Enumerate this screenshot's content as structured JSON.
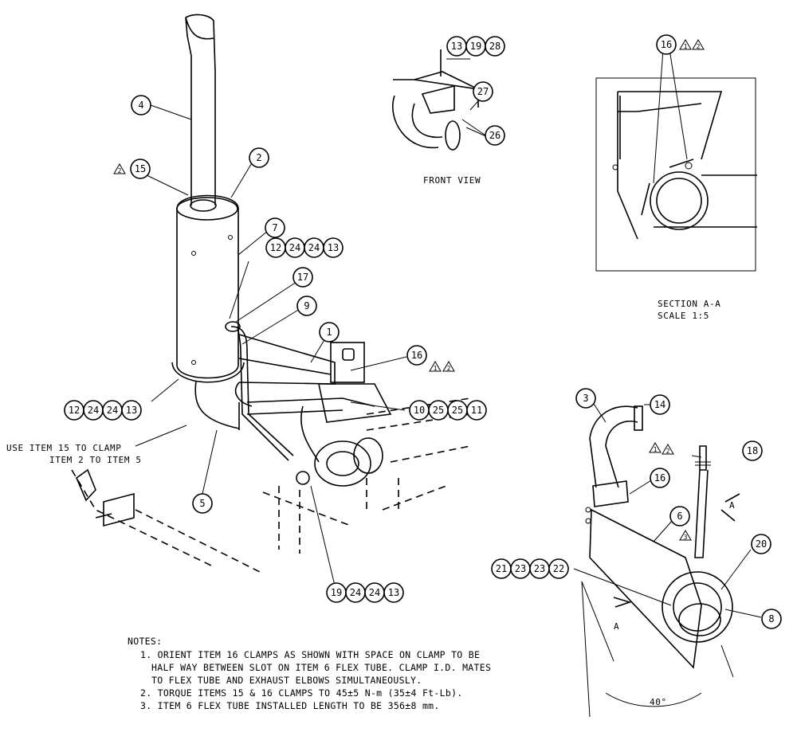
{
  "balloons": [
    {
      "id": "b-4",
      "text": "4"
    },
    {
      "id": "b-15",
      "text": "15"
    },
    {
      "id": "b-2",
      "text": "2"
    },
    {
      "id": "b-7",
      "text": "7"
    },
    {
      "id": "b-12a",
      "text": "12"
    },
    {
      "id": "b-24a",
      "text": "24"
    },
    {
      "id": "b-24b",
      "text": "24"
    },
    {
      "id": "b-13a",
      "text": "13"
    },
    {
      "id": "b-17",
      "text": "17"
    },
    {
      "id": "b-9",
      "text": "9"
    },
    {
      "id": "b-1",
      "text": "1"
    },
    {
      "id": "b-16a",
      "text": "16"
    },
    {
      "id": "b-12b",
      "text": "12"
    },
    {
      "id": "b-24c",
      "text": "24"
    },
    {
      "id": "b-24d",
      "text": "24"
    },
    {
      "id": "b-13b",
      "text": "13"
    },
    {
      "id": "b-10",
      "text": "10"
    },
    {
      "id": "b-25a",
      "text": "25"
    },
    {
      "id": "b-25b",
      "text": "25"
    },
    {
      "id": "b-11",
      "text": "11"
    },
    {
      "id": "b-5",
      "text": "5"
    },
    {
      "id": "b-19a",
      "text": "19"
    },
    {
      "id": "b-24e",
      "text": "24"
    },
    {
      "id": "b-24f",
      "text": "24"
    },
    {
      "id": "b-13c",
      "text": "13"
    },
    {
      "id": "b-13d",
      "text": "13"
    },
    {
      "id": "b-19b",
      "text": "19"
    },
    {
      "id": "b-28",
      "text": "28"
    },
    {
      "id": "b-27",
      "text": "27"
    },
    {
      "id": "b-26",
      "text": "26"
    },
    {
      "id": "b-16b",
      "text": "16"
    },
    {
      "id": "b-3",
      "text": "3"
    },
    {
      "id": "b-14",
      "text": "14"
    },
    {
      "id": "b-18",
      "text": "18"
    },
    {
      "id": "b-16c",
      "text": "16"
    },
    {
      "id": "b-6",
      "text": "6"
    },
    {
      "id": "b-20",
      "text": "20"
    },
    {
      "id": "b-21",
      "text": "21"
    },
    {
      "id": "b-23a",
      "text": "23"
    },
    {
      "id": "b-23b",
      "text": "23"
    },
    {
      "id": "b-22",
      "text": "22"
    },
    {
      "id": "b-8",
      "text": "8"
    }
  ],
  "revision_marks": [
    "1",
    "2",
    "3"
  ],
  "labels": {
    "front_view": "FRONT VIEW",
    "section_title": "SECTION  A-A",
    "section_scale": "SCALE  1:5",
    "clamp_note_line1": "USE ITEM 15 TO CLAMP",
    "clamp_note_line2": "ITEM 2 TO ITEM 5",
    "section_arrow_a": "A",
    "angle": "40°"
  },
  "notes": {
    "heading": "NOTES:",
    "lines": [
      "1. ORIENT ITEM 16 CLAMPS AS SHOWN WITH SPACE ON CLAMP TO BE",
      "HALF WAY BETWEEN SLOT ON ITEM 6 FLEX TUBE.  CLAMP I.D. MATES",
      "TO FLEX TUBE AND EXHAUST ELBOWS SIMULTANEOUSLY.",
      "2. TORQUE ITEMS 15 & 16 CLAMPS TO 45±5 N-m (35±4 Ft-Lb).",
      "3. ITEM 6 FLEX TUBE INSTALLED LENGTH TO BE 356±8 mm."
    ]
  }
}
